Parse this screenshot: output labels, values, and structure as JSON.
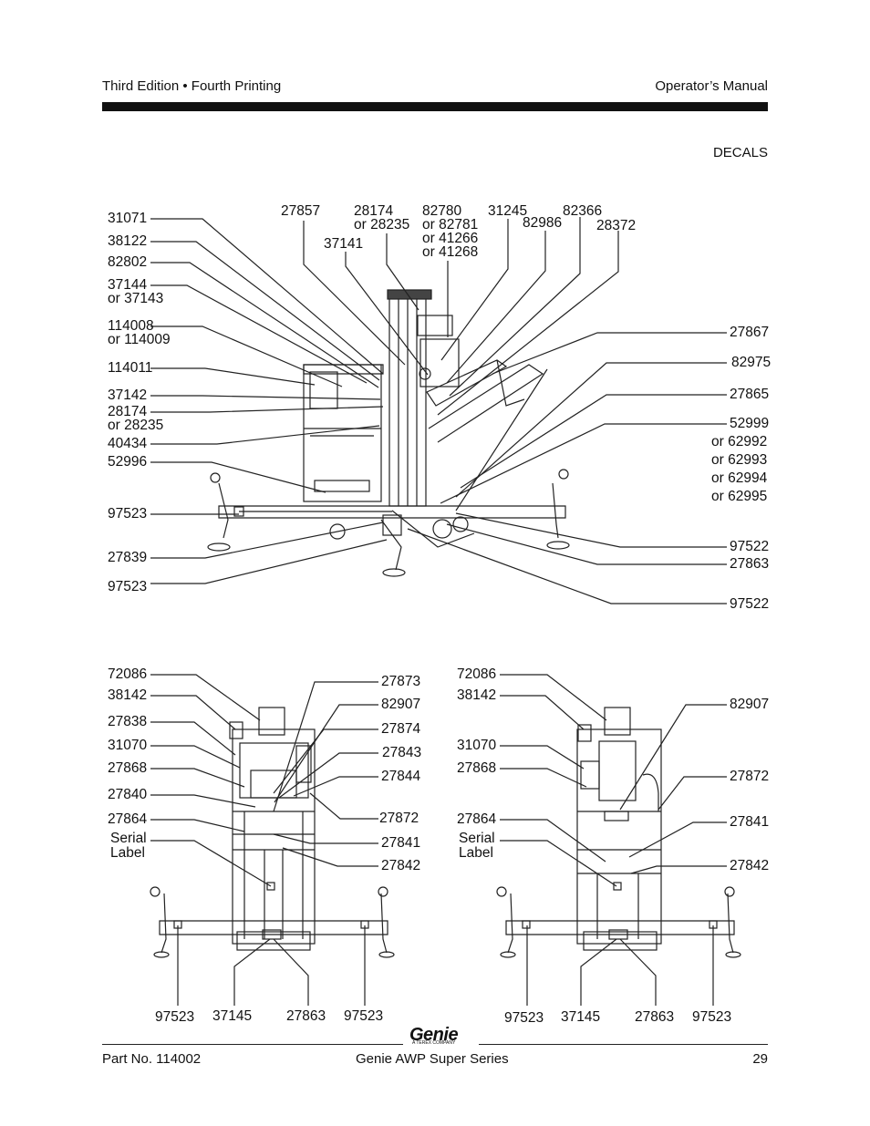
{
  "header": {
    "left": "Third Edition • Fourth Printing",
    "right": "Operator’s Manual",
    "section": "DECALS"
  },
  "top_figure": {
    "left_labels": [
      "31071",
      "38122",
      "82802",
      "37144",
      "or 37143",
      "114008",
      "or 114009",
      "114011",
      "37142",
      "28174",
      "or 28235",
      "40434",
      "52996",
      "97523",
      "27839",
      "97523"
    ],
    "top_labels": [
      "27857",
      "28174",
      "or 28235",
      "37141",
      "82780",
      "or 82781",
      "or 41266",
      "or 41268",
      "31245",
      "82986",
      "82366",
      "28372"
    ],
    "right_labels": [
      "27867",
      "82975",
      "27865",
      "52999",
      "or 62992",
      "or 62993",
      "or 62994",
      "or 62995",
      "97522",
      "27863",
      "97522"
    ]
  },
  "bottom_left_figure": {
    "left_labels": [
      "72086",
      "38142",
      "27838",
      "31070",
      "27868",
      "27840",
      "27864",
      "Serial",
      "Label"
    ],
    "right_labels": [
      "27873",
      "82907",
      "27874",
      "27843",
      "27844",
      "27872",
      "27841",
      "27842"
    ],
    "bottom_labels": [
      "97523",
      "37145",
      "27863",
      "97523"
    ]
  },
  "bottom_right_figure": {
    "left_labels": [
      "72086",
      "38142",
      "31070",
      "27868",
      "27864",
      "Serial",
      "Label"
    ],
    "right_labels": [
      "82907",
      "27872",
      "27841",
      "27842"
    ],
    "bottom_labels": [
      "97523",
      "37145",
      "27863",
      "97523"
    ]
  },
  "footer": {
    "part_no": "Part No. 114002",
    "series": "Genie AWP Super Series",
    "page": "29",
    "logo": "Genie",
    "logo_sub": "A TEREX COMPANY"
  }
}
